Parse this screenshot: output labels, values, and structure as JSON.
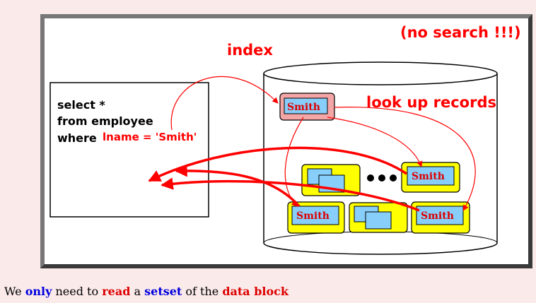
{
  "diagram": {
    "no_search_label": "(no search !!!)",
    "index_label": "index",
    "lookup_label": "look up records",
    "query": {
      "line1": "select *",
      "line2": "from employee",
      "line3_prefix": "where",
      "line3_condition": "lname = 'Smith'"
    },
    "index_entry": "Smith",
    "records": {
      "top_right": "Smith",
      "bottom_left": "Smith",
      "bottom_right": "Smith"
    },
    "colors": {
      "arrow": "#ff0000",
      "record_block": "#ffff00",
      "record_cell": "#87cefa",
      "index_box": "#f4a6a6"
    }
  },
  "caption": {
    "w1": "We",
    "w2": "only",
    "w3": "need to",
    "w4": "read",
    "w5": "a",
    "w6": "setset",
    "w7": "of the",
    "w8": "data block"
  }
}
